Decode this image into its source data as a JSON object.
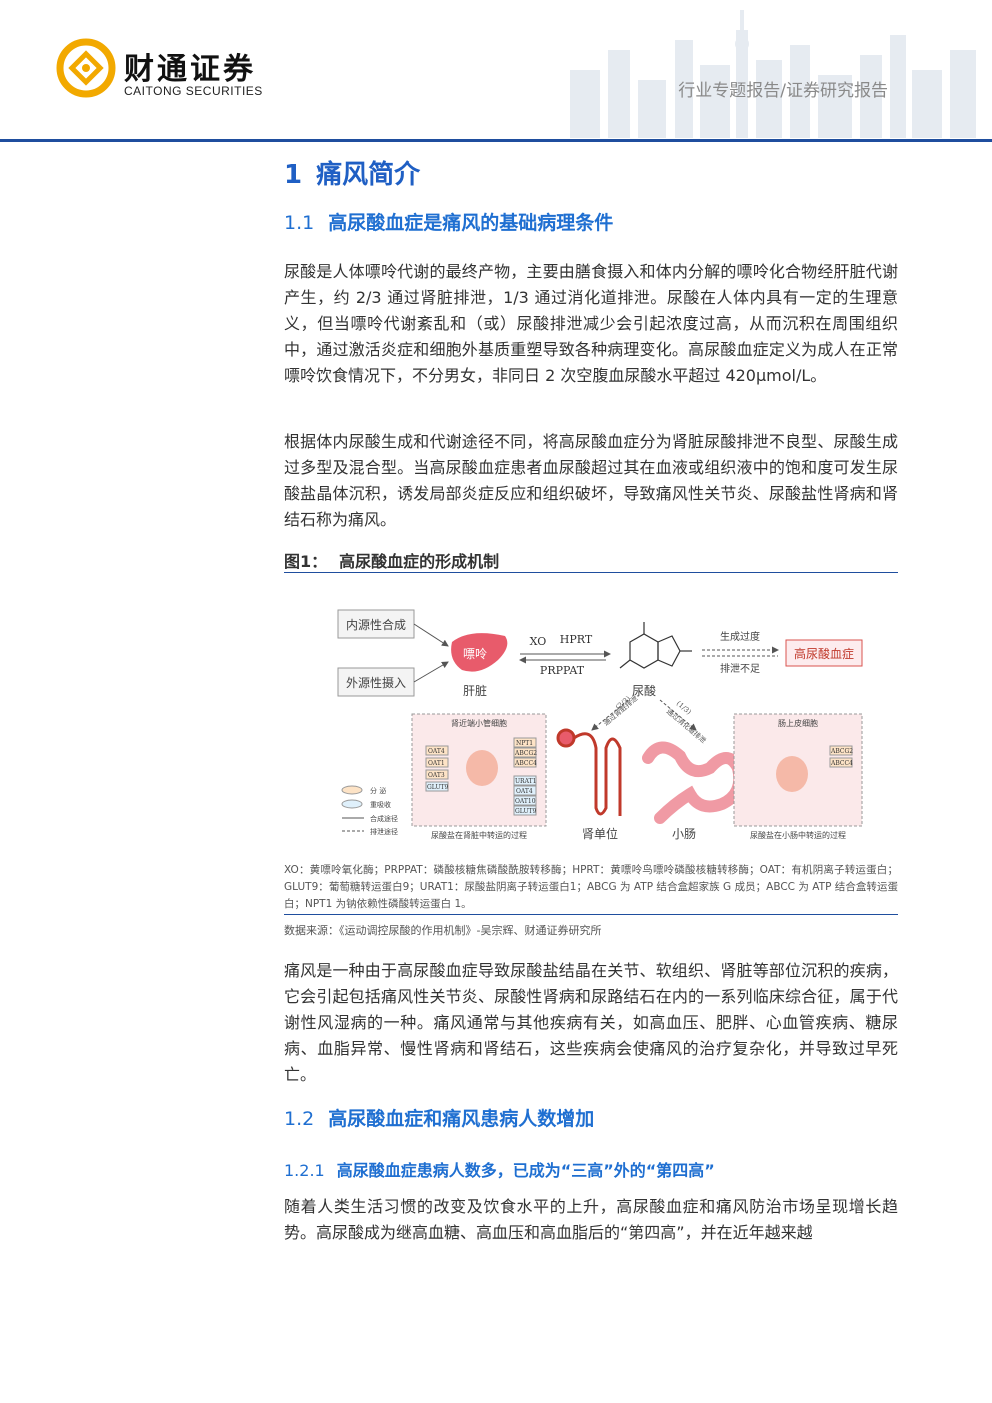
{
  "header": {
    "brand_cn": "财通证券",
    "brand_en": "CAITONG SECURITIES",
    "report_type": "行业专题报告/证券研究报告"
  },
  "section1": {
    "num": "1",
    "title": "痛风简介"
  },
  "section1_1": {
    "num": "1.1",
    "title": "高尿酸血症是痛风的基础病理条件"
  },
  "para1": "尿酸是人体嘌呤代谢的最终产物，主要由膳食摄入和体内分解的嘌呤化合物经肝脏代谢产生，约 2/3 通过肾脏排泄，1/3 通过消化道排泄。尿酸在人体内具有一定的生理意义，但当嘌呤代谢紊乱和（或）尿酸排泄减少会引起浓度过高，从而沉积在周围组织中，通过激活炎症和细胞外基质重塑导致各种病理变化。高尿酸血症定义为成人在正常嘌呤饮食情况下，不分男女，非同日 2 次空腹血尿酸水平超过 420μmol/L。",
  "para2": "根据体内尿酸生成和代谢途径不同，将高尿酸血症分为肾脏尿酸排泄不良型、尿酸生成过多型及混合型。当高尿酸血症患者血尿酸超过其在血液或组织液中的饱和度可发生尿酸盐晶体沉积，诱发局部炎症反应和组织破坏，导致痛风性关节炎、尿酸盐性肾病和肾结石称为痛风。",
  "figure": {
    "label": "图1：",
    "title": "高尿酸血症的形成机制",
    "diagram": {
      "endogenous": "内源性合成",
      "exogenous": "外源性摄入",
      "purine": "嘌呤",
      "liver": "肝脏",
      "xo": "XO",
      "hprt": "HPRT",
      "prppat": "PRPPAT",
      "uric_acid": "尿酸",
      "overproduction": "生成过度",
      "underexcretion": "排泄不足",
      "hyperuricemia": "高尿酸血症",
      "kidney_ratio": "(2/3)",
      "kidney_route": "通过肾脏排泄",
      "gut_ratio": "(1/3)",
      "gut_route": "通过消化道排泄",
      "kidney_cell": "肾近端小管细胞",
      "gut_cell": "肠上皮细胞",
      "kidney_caption": "尿酸盐在肾脏中转运的过程",
      "gut_caption": "尿酸盐在小肠中转运的过程",
      "nephron": "肾单位",
      "intestine": "小肠",
      "legend_secrete": "分 泌",
      "legend_reabsorb": "重吸收",
      "legend_synth": "合成途径",
      "legend_excrete": "排泄途径",
      "t_oat4": "OAT4",
      "t_oat1": "OAT1",
      "t_oat3": "OAT3",
      "t_glut9": "GLUT9",
      "t_npt1": "NPT1",
      "t_abcg2": "ABCG2",
      "t_abcc4": "ABCC4",
      "t_urat1": "URAT1",
      "t_oat4b": "OAT4",
      "t_oat10": "OAT10",
      "t_glut9b": "GLUT9",
      "t_abcg2b": "ABCG2",
      "t_abcc4b": "ABCC4"
    },
    "note": "XO：黄嘌呤氧化酶；PRPPAT：磷酸核糖焦磷酸酰胺转移酶；HPRT：黄嘌呤鸟嘌呤磷酸核糖转移酶；OAT：有机阴离子转运蛋白；GLUT9：葡萄糖转运蛋白9；URAT1：尿酸盐阴离子转运蛋白1；ABCG 为 ATP 结合盒超家族 G 成员；ABCC 为 ATP 结合盒转运蛋白；NPT1 为钠依赖性磷酸转运蛋白 1。",
    "source": "数据来源：《运动调控尿酸的作用机制》-吴宗辉、财通证券研究所"
  },
  "para3": "痛风是一种由于高尿酸血症导致尿酸盐结晶在关节、软组织、肾脏等部位沉积的疾病，它会引起包括痛风性关节炎、尿酸性肾病和尿路结石在内的一系列临床综合征，属于代谢性风湿病的一种。痛风通常与其他疾病有关，如高血压、肥胖、心血管疾病、糖尿病、血脂异常、慢性肾病和肾结石，这些疾病会使痛风的治疗复杂化，并导致过早死亡。",
  "section1_2": {
    "num": "1.2",
    "title": "高尿酸血症和痛风患病人数增加"
  },
  "section1_2_1": {
    "num": "1.2.1",
    "title": "高尿酸血症患病人数多，已成为“三高”外的“第四高”"
  },
  "para4": "随着人类生活习惯的改变及饮食水平的上升，高尿酸血症和痛风防治市场呈现增长趋势。高尿酸成为继高血糖、高血压和高血脂后的“第四高”，并在近年越来越",
  "colors": {
    "brand_blue": "#1f4e9e",
    "heading_blue": "#1f6fd1",
    "logo_gold": "#f2a900"
  }
}
